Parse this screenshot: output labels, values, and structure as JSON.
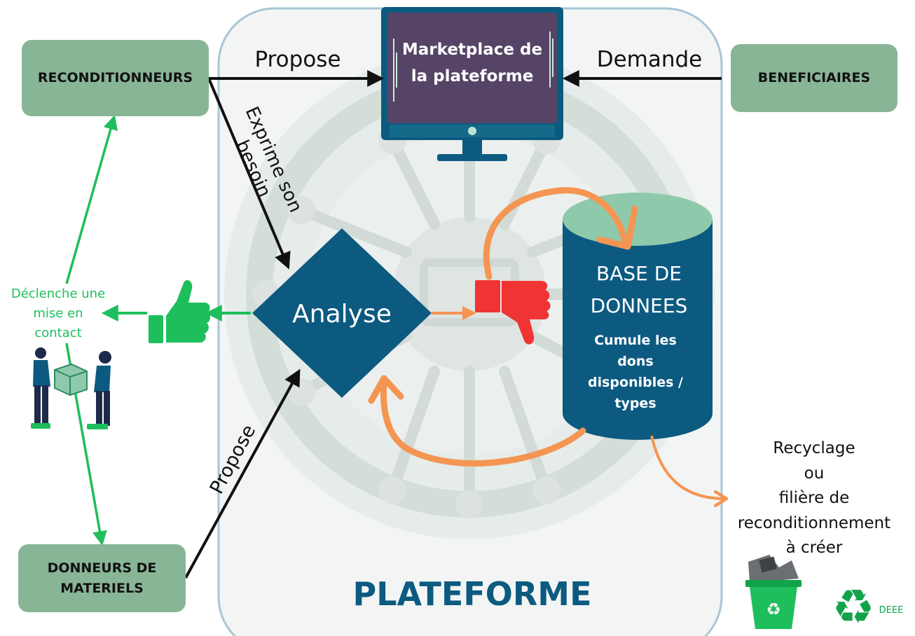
{
  "nodes": {
    "reconditionneurs": "RECONDITIONNEURS",
    "beneficiaires": "BENEFICIAIRES",
    "donneurs_line1": "DONNEURS DE",
    "donneurs_line2": "MATERIELS",
    "marketplace_line1": "Marketplace de",
    "marketplace_line2": "la plateforme",
    "analyse": "Analyse",
    "bdd_line1": "BASE DE",
    "bdd_line2": "DONNEES",
    "bdd_desc_line1": "Cumule les",
    "bdd_desc_line2": "dons",
    "bdd_desc_line3": "disponibles /",
    "bdd_desc_line4": "types",
    "plateforme": "PLATEFORME"
  },
  "edges": {
    "propose_top": "Propose",
    "demande": "Demande",
    "exprime_line1": "Exprime son",
    "exprime_line2": "besoin",
    "propose_bottom": "Propose"
  },
  "contact": {
    "line1": "Déclenche une",
    "line2": "mise en",
    "line3": "contact"
  },
  "recyclage": {
    "line1": "Recyclage",
    "line2": "ou",
    "line3": "filière de",
    "line4": "reconditionnement",
    "line5": "à créer",
    "deee": "DEEE"
  },
  "colors": {
    "box_green": "#88b596",
    "navy": "#0c5a80",
    "monitor_screen": "#554466",
    "arrow_green": "#1ebe5c",
    "arrow_orange": "#f59552",
    "thumb_red": "#f03434",
    "thumb_green": "#1ebe5c"
  },
  "icons": [
    "thumbs-up-icon",
    "thumbs-down-icon",
    "monitor-icon",
    "people-exchange-icon",
    "recycle-bin-icon",
    "recycle-symbol-icon",
    "database-cylinder-icon",
    "circuit-background-icon"
  ]
}
